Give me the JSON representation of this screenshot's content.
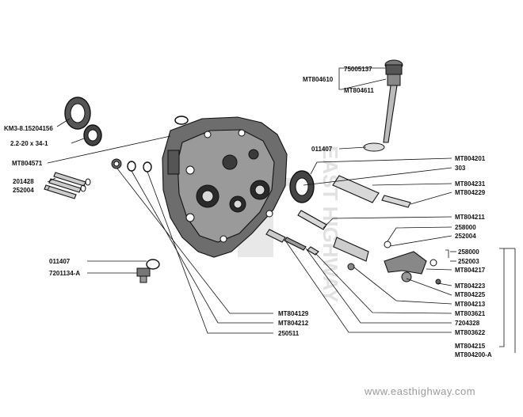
{
  "watermark": {
    "logo_text": "EAST HIGHWAY",
    "url": "www.easthighway.com"
  },
  "parts": {
    "p75005137": "75005137",
    "mt804610": "MT804610",
    "mt804611": "MT804611",
    "km3": "KM3-8.15204156",
    "seal_size": "2.2-20 x 34-1",
    "mt804571": "MT804571",
    "p011407_top": "011407",
    "p201428": "201428",
    "p252004_left": "252004",
    "mt804201": "MT804201",
    "p303": "303",
    "mt804231": "MT804231",
    "mt804229": "MT804229",
    "mt804211": "MT804211",
    "p258000_a": "258000",
    "p252004_right": "252004",
    "p258000_b": "258000",
    "p252003": "252003",
    "mt804217": "MT804217",
    "mt804223": "MT804223",
    "mt804225": "MT804225",
    "mt804213": "MT804213",
    "mt803621": "MT803621",
    "p7204328": "7204328",
    "mt803622": "MT803622",
    "mt804215": "MT804215",
    "mt804200a": "MT804200-A",
    "p011407_bottom": "011407",
    "p7201134a": "7201134-A",
    "mt804129": "MT804129",
    "mt804212": "MT804212",
    "p250511": "250511"
  }
}
